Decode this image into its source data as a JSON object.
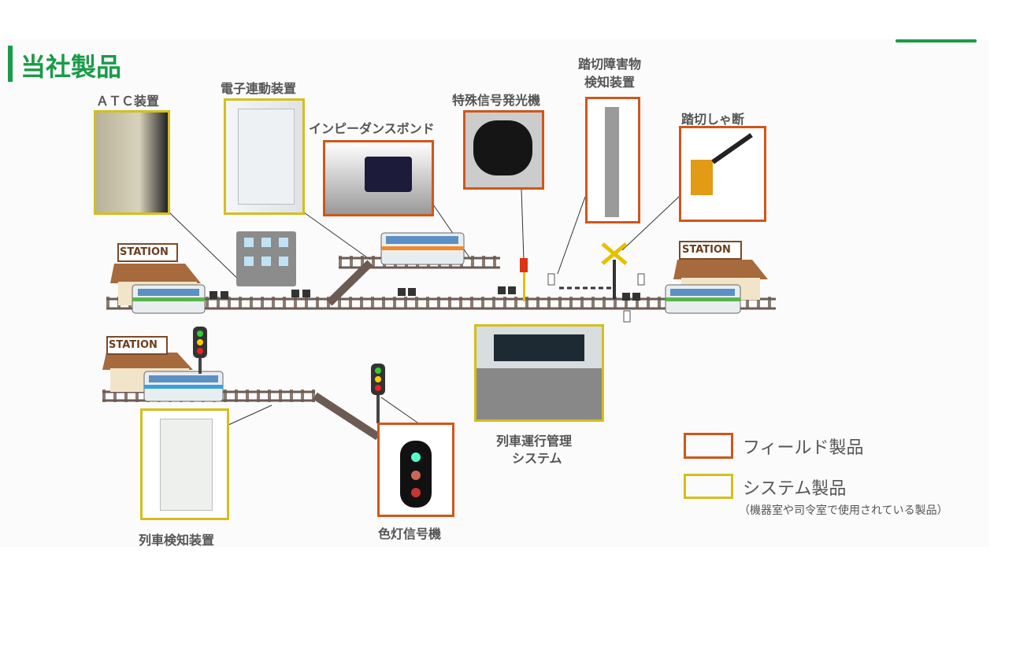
{
  "title": "当社製品",
  "colors": {
    "accent": "#1a9b48",
    "field": "#d0561b",
    "system": "#d4bf1c"
  },
  "products": {
    "atc": "ＡＴＣ装置",
    "interlocking": "電子連動装置",
    "impedance_bond": "インピーダンスボンド",
    "special_signal": "特殊信号発光機",
    "obstacle_detector_line1": "踏切障害物",
    "obstacle_detector_line2": "検知装置",
    "crossing_barrier": "踏切しゃ断",
    "traffic_control_line1": "列車運行管理",
    "traffic_control_line2": "システム",
    "train_detection": "列車検知装置",
    "color_light_signal": "色灯信号機"
  },
  "stations": [
    "STATION",
    "STATION",
    "STATION"
  ],
  "legend": {
    "field": "フィールド製品",
    "system": "システム製品",
    "system_note": "（機器室や司令室で使用されている製品）"
  }
}
